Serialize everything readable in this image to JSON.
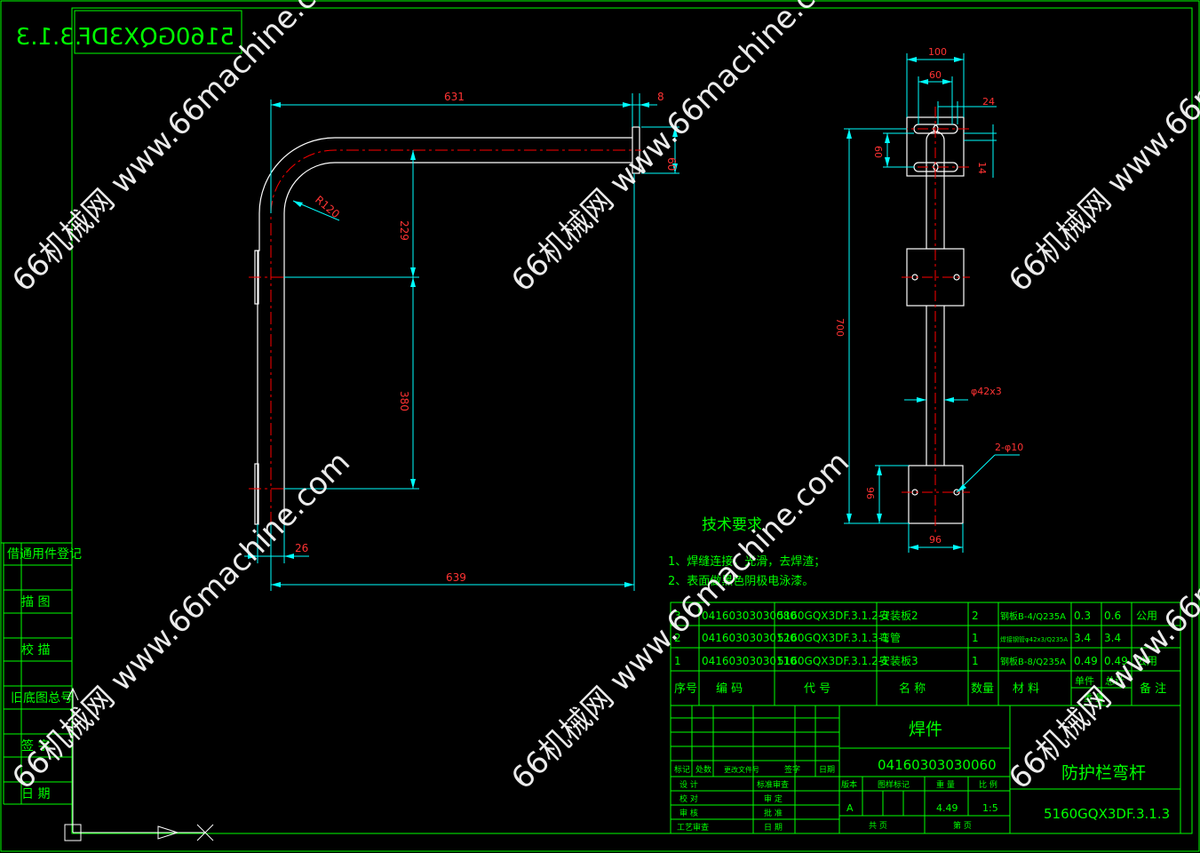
{
  "drawing_code_mirrored": "5160GQX3DF.3.1.3",
  "dimensions": {
    "d631": "631",
    "d8": "8",
    "d60_flange": "60",
    "r120": "R120",
    "d229": "229",
    "d380": "380",
    "d26": "26",
    "d639": "639",
    "d100": "100",
    "d60_top": "60",
    "d24": "24",
    "d60_side": "60",
    "d14": "14",
    "d700": "700",
    "d42": "φ42x3",
    "d2phi10": "2-φ10",
    "d96_side": "96",
    "d96_bottom": "96"
  },
  "tech_requirements": {
    "title": "技术要求",
    "line1": "1、焊缝连接，光滑，去焊渣；",
    "line2": "2、表面做黑色阴极电泳漆。"
  },
  "left_strip": {
    "items": [
      "借通用件登记",
      "描  图",
      "校  描",
      "旧底图总号",
      "签  字",
      "日  期"
    ]
  },
  "bom": {
    "rows": [
      {
        "no": "3",
        "code": "04160303030080",
        "drawing": "5160GQX3DF.3.1.2-3",
        "name": "安装板2",
        "qty": "2",
        "material": "钢板B-4/Q235A",
        "unit_wt": "0.3",
        "total_wt": "0.6",
        "remark": "公用"
      },
      {
        "no": "2",
        "code": "04160303030120",
        "drawing": "5160GQX3DF.3.1.3-1",
        "name": "弯管",
        "qty": "1",
        "material": "焊接钢管φ42x3/Q235A",
        "unit_wt": "3.4",
        "total_wt": "3.4",
        "remark": ""
      },
      {
        "no": "1",
        "code": "04160303030110",
        "drawing": "5160GQX3DF.3.1.2-1",
        "name": "安装板3",
        "qty": "1",
        "material": "钢板B-8/Q235A",
        "unit_wt": "0.49",
        "total_wt": "0.49",
        "remark": "公用"
      }
    ],
    "headers": {
      "no": "序号",
      "code": "编  码",
      "drawing": "代  号",
      "name": "名  称",
      "qty": "数量",
      "material": "材  料",
      "unit": "单件",
      "total": "总计",
      "weight": "重  量",
      "remark": "备  注"
    }
  },
  "title_block": {
    "type": "焊件",
    "code": "04160303030060",
    "part_name": "防护栏弯杆",
    "drawing_no": "5160GQX3DF.3.1.3",
    "mark": "A",
    "weight": "4.49",
    "scale": "1:5",
    "rev_headers": [
      "标记",
      "处数",
      "更改文件号",
      "签字",
      "日期"
    ],
    "sign_left": [
      "设  计",
      "校  对",
      "审  核",
      "工艺审查"
    ],
    "sign_right": [
      "标准审查",
      "审  定",
      "批  准",
      "日  期"
    ],
    "meta_headers": [
      "版本",
      "图样标记",
      "重  量",
      "比  例"
    ],
    "sheets": [
      "共      页",
      "第      页"
    ]
  },
  "watermark": "66机械网 www.66machine.com",
  "colors": {
    "frame": "#00ff00",
    "part": "#ffffff",
    "center": "#ff0000",
    "dim": "#00ffff",
    "dimtext": "#ff3333",
    "text": "#00ff00"
  }
}
